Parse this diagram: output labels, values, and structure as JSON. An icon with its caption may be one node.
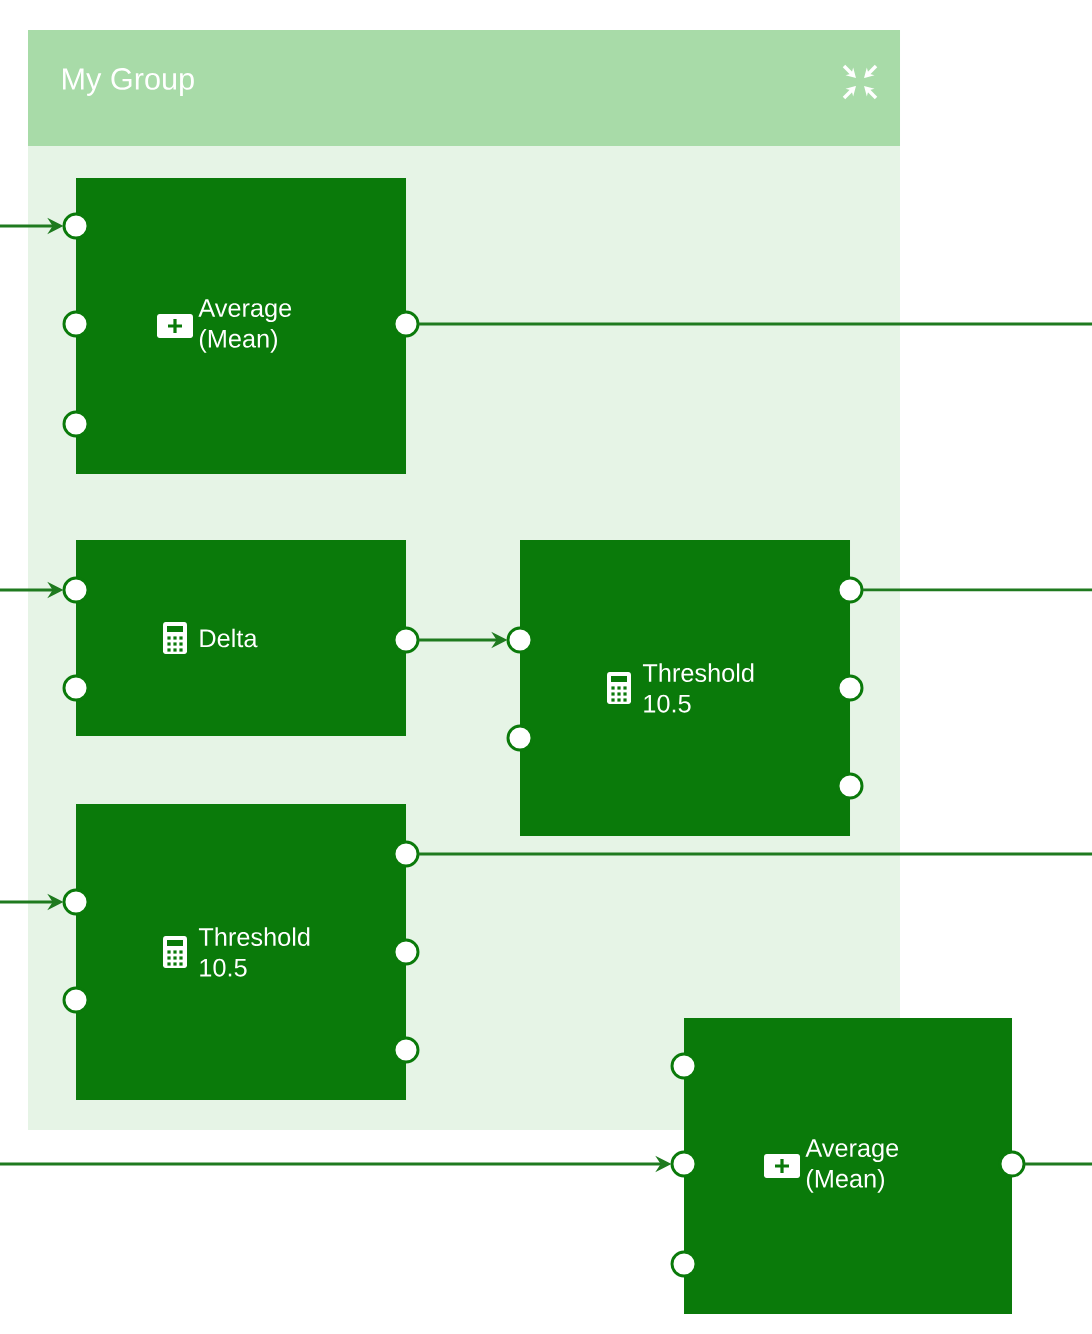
{
  "diagram": {
    "nodes": [
      {
        "text": [
          "My Group"
        ]
      },
      {
        "text": [
          "Average (Mean)"
        ],
        "in": 0
      },
      {
        "text": [
          "Delta"
        ],
        "in": 0
      },
      {
        "text": [
          "Threshold 10.5"
        ],
        "in": 0
      },
      {
        "text": [
          "Threshold 10.5"
        ],
        "in": 0
      },
      {
        "text": [
          "Average (Mean)"
        ]
      }
    ],
    "edges": [
      {
        "from": null,
        "to": 1,
        "arrow": "to"
      },
      {
        "from": 1,
        "to": null,
        "arrow": "none"
      },
      {
        "from": null,
        "to": 2,
        "arrow": "to"
      },
      {
        "from": 2,
        "to": 3,
        "arrow": "to"
      },
      {
        "from": 3,
        "to": null,
        "arrow": "none"
      },
      {
        "from": null,
        "to": 4,
        "arrow": "to"
      },
      {
        "from": 4,
        "to": null,
        "arrow": "none"
      },
      {
        "from": null,
        "to": 5,
        "arrow": "to"
      },
      {
        "from": 5,
        "to": null,
        "arrow": "none"
      }
    ]
  }
}
